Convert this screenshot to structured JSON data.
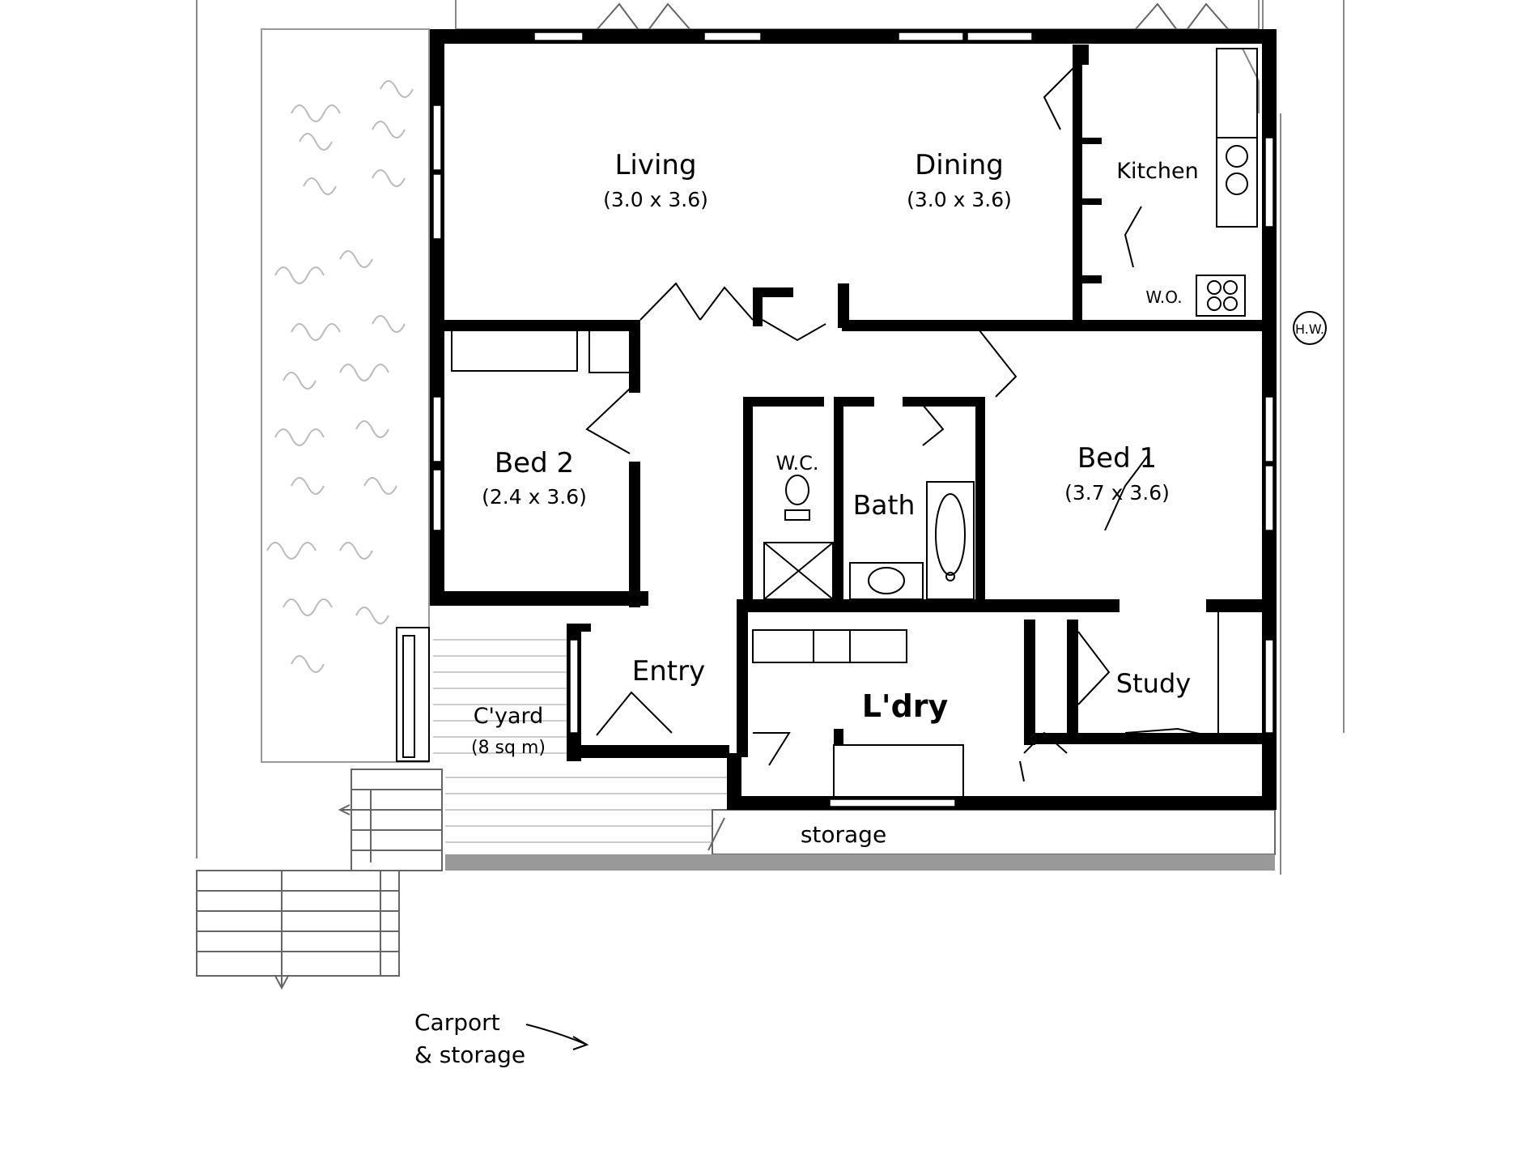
{
  "rooms": {
    "living": {
      "name": "Living",
      "dims": "(3.0 x 3.6)"
    },
    "dining": {
      "name": "Dining",
      "dims": "(3.0 x 3.6)"
    },
    "kitchen": {
      "name": "Kitchen"
    },
    "wall_oven": {
      "name": "W.O."
    },
    "hot_water": {
      "name": "H.W."
    },
    "bed2": {
      "name": "Bed 2",
      "dims": "(2.4 x 3.6)"
    },
    "wc": {
      "name": "W.C."
    },
    "bath": {
      "name": "Bath"
    },
    "bed1": {
      "name": "Bed 1",
      "dims": "(3.7 x 3.6)"
    },
    "entry": {
      "name": "Entry"
    },
    "laundry": {
      "name": "L'dry"
    },
    "study": {
      "name": "Study"
    },
    "courtyard": {
      "name": "C'yard",
      "area": "(8 sq m)"
    },
    "storage": {
      "name": "storage"
    }
  },
  "annotations": {
    "carport_line1": "Carport",
    "carport_line2": "& storage"
  }
}
